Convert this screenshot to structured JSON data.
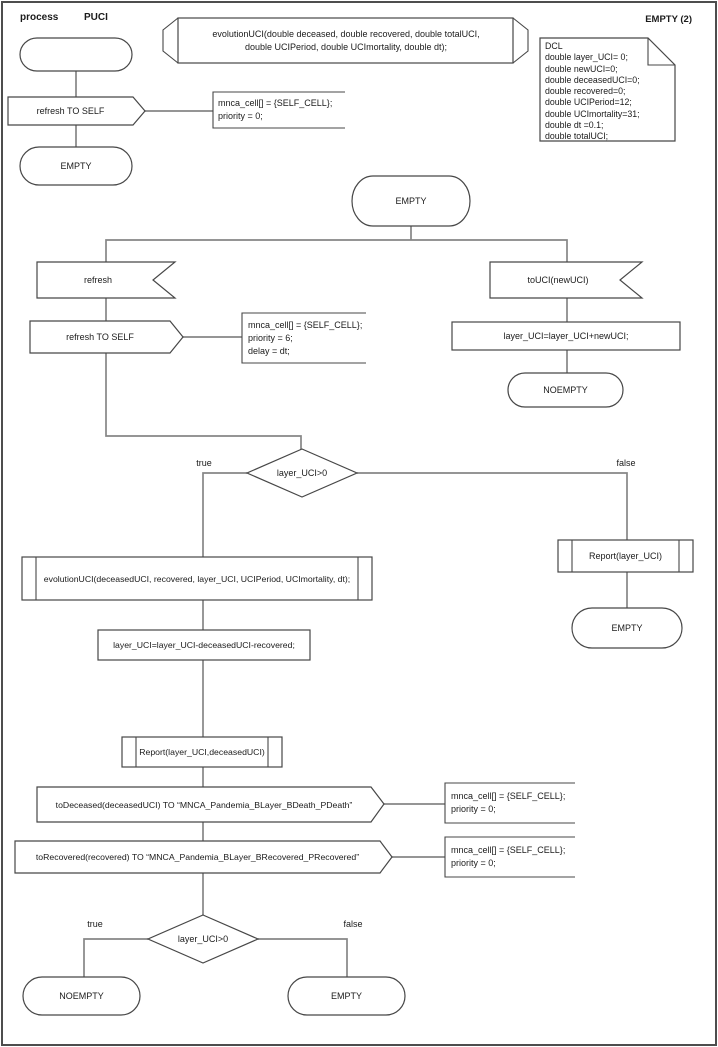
{
  "colors": {
    "background": "#ffffff",
    "shape_border": "#474747",
    "connector": "#868686",
    "text": "#1b1b1b"
  },
  "header": {
    "process_kind": "process",
    "process_name": "PUCI",
    "page_name": "EMPTY (2)"
  },
  "declarations": {
    "procedure_signature": "evolutionUCI(double deceased, double recovered, double totalUCI,\ndouble UCIPeriod, double UCImortality, double dt);",
    "dcl_block": "DCL\ndouble layer_UCI= 0;\ndouble newUCI=0;\ndouble deceasedUCI=0;\ndouble recovered=0;\ndouble UCIPeriod=12;\ndouble UCImortality=31;\ndouble dt =0.1;\ndouble totalUCI;"
  },
  "start_flow": {
    "output": "refresh TO SELF",
    "comment": "mnca_cell[] = {SELF_CELL};\npriority = 0;",
    "next_state": "EMPTY"
  },
  "empty_state": {
    "name": "EMPTY"
  },
  "refresh_transition": {
    "input": "refresh",
    "output": "refresh TO SELF",
    "comment": "mnca_cell[] = {SELF_CELL};\npriority = 6;\ndelay = dt;"
  },
  "touci_transition": {
    "input": "toUCI(newUCI)",
    "task": "layer_UCI=layer_UCI+newUCI;",
    "next_state": "NOEMPTY"
  },
  "decision_top": {
    "condition": "layer_UCI>0",
    "true_label": "true",
    "false_label": "false"
  },
  "false_branch": {
    "call": "Report(layer_UCI)",
    "next_state": "EMPTY"
  },
  "true_branch": {
    "call": "evolutionUCI(deceasedUCI, recovered, layer_UCI, UCIPeriod, UCImortality, dt);",
    "task": "layer_UCI=layer_UCI-deceasedUCI-recovered;",
    "report": "Report(layer_UCI,deceasedUCI)",
    "output_deceased": "toDeceased(deceasedUCI) TO “MNCA_Pandemia_BLayer_BDeath_PDeath”",
    "comment_deceased": "mnca_cell[] = {SELF_CELL};\npriority = 0;",
    "output_recovered": "toRecovered(recovered) TO “MNCA_Pandemia_BLayer_BRecovered_PRecovered”",
    "comment_recovered": "mnca_cell[] = {SELF_CELL};\npriority = 0;"
  },
  "decision_bottom": {
    "condition": "layer_UCI>0",
    "true_label": "true",
    "false_label": "false",
    "true_state": "NOEMPTY",
    "false_state": "EMPTY"
  }
}
